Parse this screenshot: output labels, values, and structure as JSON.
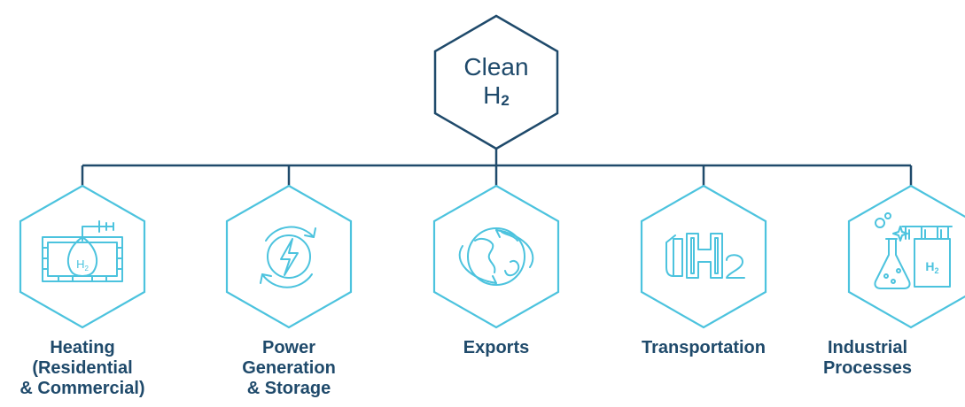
{
  "root": {
    "line1": "Clean",
    "line2_main": "H",
    "line2_sub": "2"
  },
  "colors": {
    "navy": "#1f4a6b",
    "cyan": "#4cc3de"
  },
  "branches": [
    {
      "label": "Heating\n(Residential\n& Commercial)",
      "icon": "furnace-flame-h2-icon"
    },
    {
      "label": "Power\nGeneration\n& Storage",
      "icon": "lightning-cycle-icon"
    },
    {
      "label": "Exports",
      "icon": "globe-arrows-icon"
    },
    {
      "label": "Transportation",
      "icon": "fuel-nozzle-h2-icon"
    },
    {
      "label": "Industrial\nProcesses",
      "icon": "flask-test-tubes-h2-icon"
    }
  ],
  "icon_text": {
    "h2_main": "H",
    "h2_sub": "2"
  }
}
